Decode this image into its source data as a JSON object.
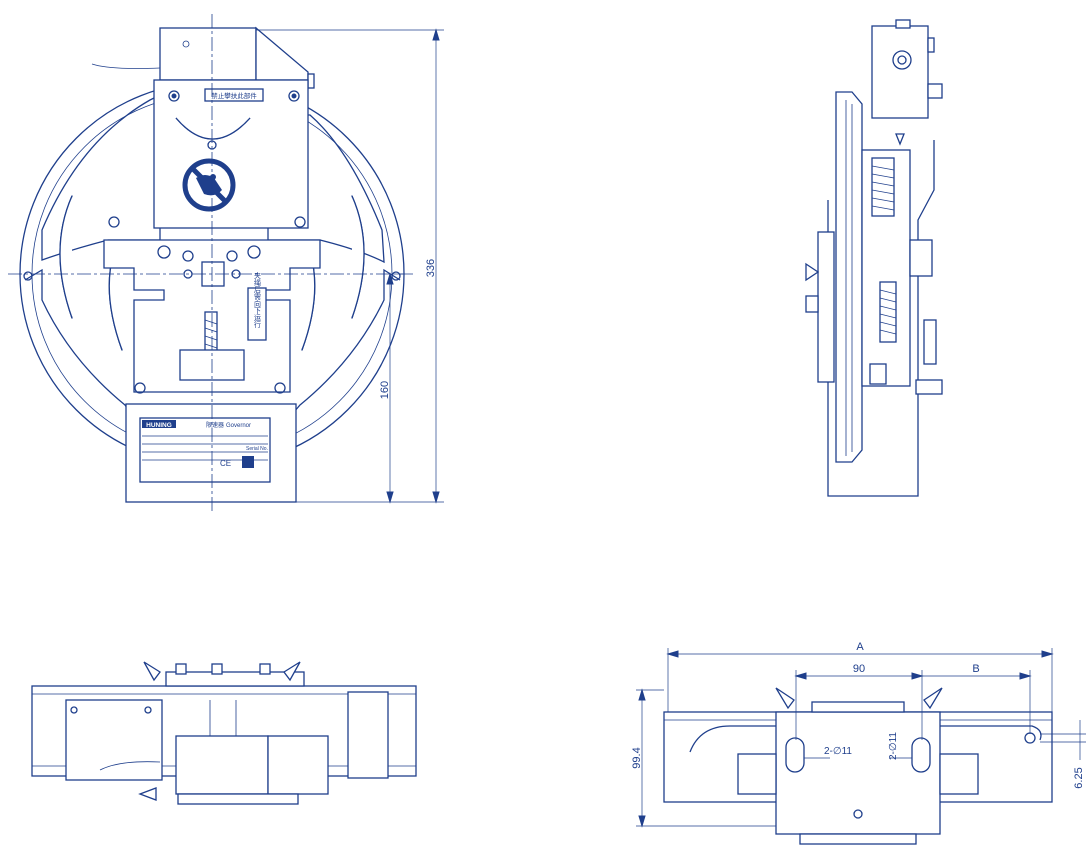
{
  "colors": {
    "line": "#1f3f8c",
    "background": "#ffffff",
    "nameplate_brand": "#1f3f8c"
  },
  "front_view": {
    "dimensions": {
      "total_height": "336",
      "center_height": "160"
    },
    "warning_label": "禁止攀扶此部件",
    "vertical_label_lines": [
      "夹绳后需向下运行"
    ],
    "prohibition_icon": "no-hand-icon",
    "nameplate": {
      "brand": "HUNING",
      "title_cn": "限速器",
      "title_en": "Governor",
      "serial_label": "Serial No.",
      "ce_mark": "CE"
    }
  },
  "bottom_right_view": {
    "dimensions": {
      "overall_width": "A",
      "bolt_spacing": "90",
      "offset": "B",
      "height": "99.4",
      "offset_small": "6.25"
    },
    "cable_callouts": [
      "2-∅11",
      "2-∅11"
    ]
  }
}
